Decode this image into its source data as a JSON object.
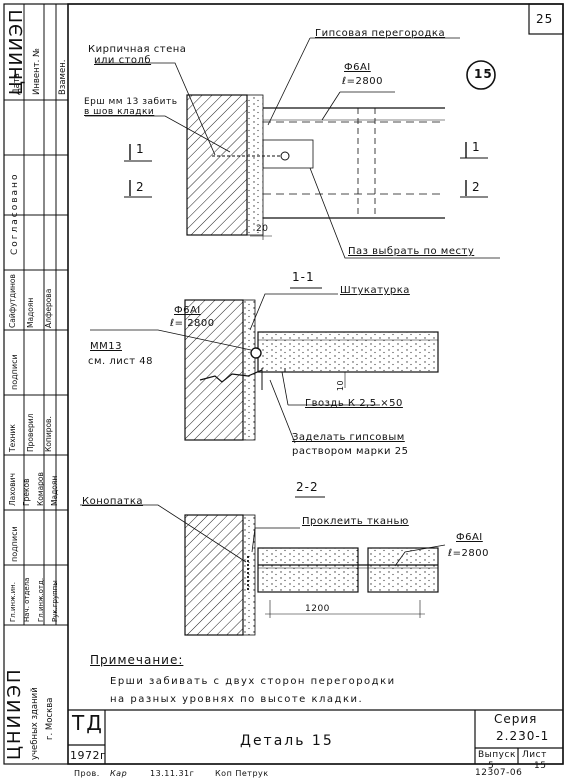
{
  "sheet_number": "25",
  "detail_marker": "15",
  "plan": {
    "label_partition": "Гипсовая перегородка",
    "label_brick_wall_1": "Кирпичная стена",
    "label_brick_wall_2": "или столб",
    "label_rod_1": "Ерш мм 13 забить",
    "label_rod_2": "в шов кладки",
    "label_bar_size": "Ф6АI",
    "label_bar_length": "ℓ=2800",
    "label_groove": "Паз выбрать по месту",
    "dim_20": "20",
    "cut_1_left": "1",
    "cut_1_right": "1",
    "cut_2_left": "2",
    "cut_2_right": "2"
  },
  "section_1": {
    "title": "1-1",
    "label_plaster": "Штукатурка",
    "label_bar_size": "Ф6АI",
    "label_bar_length": "ℓ= 2800",
    "label_mm": "ММ13",
    "label_mm_ref": "см. лист 48",
    "label_nail": "Гвоздь К 2,5 ×50",
    "label_seal_1": "Заделать гипсовым",
    "label_seal_2": "раствором марки 25",
    "dim_10": "10"
  },
  "section_2": {
    "title": "2-2",
    "label_caulk": "Конопатка",
    "label_cloth": "Проклеить тканью",
    "label_bar_size": "Ф6АI",
    "label_bar_length": "ℓ=2800",
    "dim_1200": "1200"
  },
  "note": {
    "heading": "Примечание:",
    "line1": "Ерши забивать с двух сторон перегородки",
    "line2": "на разных уровнях по высоте кладки."
  },
  "title_block": {
    "org": "ЦНИИЭП",
    "org_sub1": "учебных зданий",
    "org_sub2": "г. Москва",
    "td": "ТД",
    "year": "1972г",
    "drawing_title": "Деталь 15",
    "series_label": "Серия",
    "series_value": "2.230-1",
    "issue_label": "Выпуск",
    "issue_value": "5",
    "sheet_label": "Лист",
    "sheet_value": "15",
    "bottom_prov": "Пров.",
    "bottom_sign": "Кар",
    "bottom_date": "13.11.31г",
    "bottom_copy": "Коп Петрук",
    "bottom_code": "12307-06"
  },
  "side_stamp": {
    "date": "Дата",
    "invent": "Инвент. №",
    "vzamen": "Взамен.",
    "soglas": "Согласовано",
    "podpisi1": "подписи",
    "podpisi2": "подписи",
    "n1": "Сайфутдинов",
    "n2": "Мадоян",
    "n3": "Алферова",
    "r1": "Техник",
    "r2": "Проверил",
    "r3": "Копиров.",
    "p1": "Лахович",
    "p2": "Греков",
    "p3": "Комаров",
    "p4": "Мадоян",
    "g1": "Гл.инж.ин.",
    "g2": "Нач. отдела",
    "g3": "Гл.инж.отд.",
    "g4": "Рук.группы"
  }
}
